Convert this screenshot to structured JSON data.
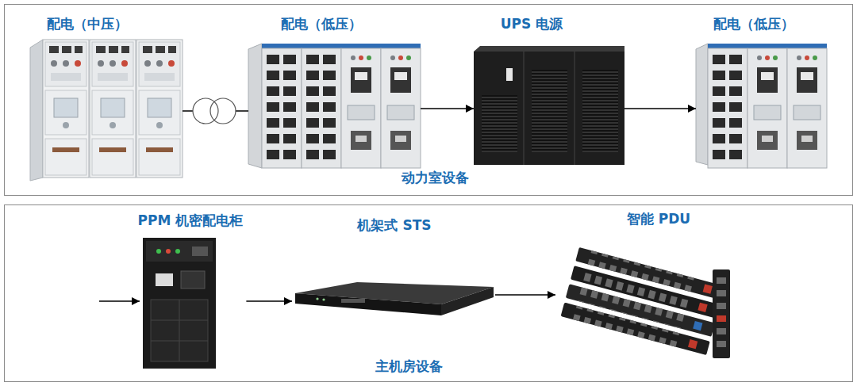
{
  "diagram": {
    "nodes": [
      {
        "text": [
          "动力室设备"
        ]
      },
      {
        "text": [
          "配电（中压）"
        ],
        "in": 0
      },
      {
        "text": [
          "配电（低压）"
        ],
        "in": 0
      },
      {
        "text": [
          "UPS 电源"
        ],
        "in": 0
      },
      {
        "text": [
          "配电（低压）"
        ],
        "in": 0
      },
      {
        "text": [
          "主机房设备"
        ]
      },
      {
        "text": [
          "PPM 机密配电柜"
        ],
        "in": 5
      },
      {
        "text": [
          "机架式 STS"
        ],
        "in": 5
      },
      {
        "text": [
          "智能 PDU"
        ],
        "in": 5
      }
    ],
    "edges": [
      {
        "from": 1,
        "to": 2,
        "arrow": "none"
      },
      {
        "from": 2,
        "to": 3,
        "arrow": "to"
      },
      {
        "from": 3,
        "to": 4,
        "arrow": "to"
      },
      {
        "from": 6,
        "to": 7,
        "arrow": "to"
      },
      {
        "from": 7,
        "to": 8,
        "arrow": "to"
      }
    ]
  }
}
